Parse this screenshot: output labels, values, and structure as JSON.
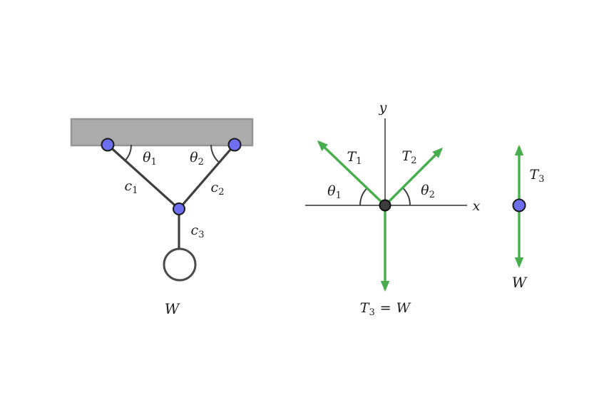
{
  "colors": {
    "vector_green": "#47ad4d",
    "node_blue": "#6e6ef0",
    "bar_gray": "#ababab",
    "origin_dark": "#3d3d3d"
  },
  "left_diagram": {
    "theta1": {
      "base": "θ",
      "sub": "1"
    },
    "theta2": {
      "base": "θ",
      "sub": "2"
    },
    "c1": {
      "base": "c",
      "sub": "1"
    },
    "c2": {
      "base": "c",
      "sub": "2"
    },
    "c3": {
      "base": "c",
      "sub": "3"
    },
    "weight": "W"
  },
  "free_body_diagram": {
    "x_axis": "x",
    "y_axis": "y",
    "t1": {
      "base": "T",
      "sub": "1"
    },
    "t2": {
      "base": "T",
      "sub": "2"
    },
    "theta1": {
      "base": "θ",
      "sub": "1"
    },
    "theta2": {
      "base": "θ",
      "sub": "2"
    },
    "t3_equation": {
      "base": "T",
      "sub": "3",
      "equals": "=",
      "rhs": "W"
    }
  },
  "right_diagram": {
    "t3": {
      "base": "T",
      "sub": "3"
    },
    "weight": "W"
  }
}
